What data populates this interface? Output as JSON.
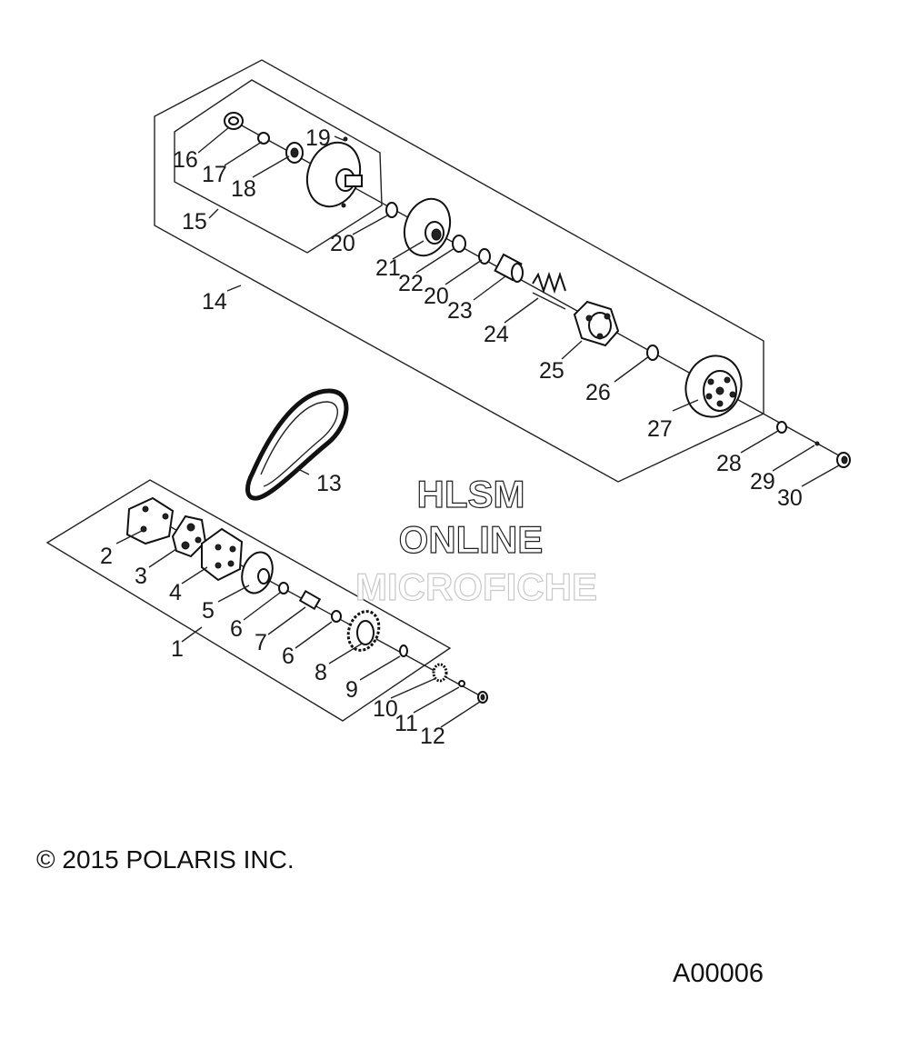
{
  "callouts": [
    "1",
    "2",
    "3",
    "4",
    "5",
    "6",
    "7",
    "6",
    "8",
    "9",
    "10",
    "11",
    "12",
    "13",
    "14",
    "15",
    "16",
    "17",
    "18",
    "19",
    "20",
    "21",
    "22",
    "20",
    "23",
    "24",
    "25",
    "26",
    "27",
    "28",
    "29",
    "30"
  ],
  "watermark": {
    "line1": "HLSM",
    "line2": "ONLINE",
    "line3": "MICROFICHE"
  },
  "copyright": "© 2015 POLARIS INC.",
  "figure_code": "A00006"
}
